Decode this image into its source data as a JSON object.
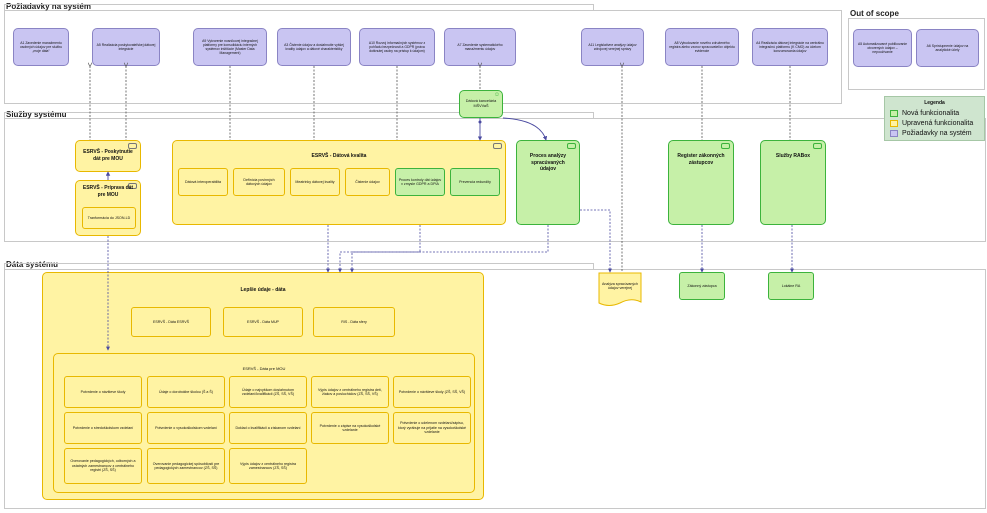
{
  "lanes": {
    "requirements": "Požiadavky na systém",
    "services": "Služby systému",
    "data": "Dáta systému",
    "out_of_scope": "Out of scope"
  },
  "requirements": [
    "A1 Zavedenie manažmentu osobných údajov pre službu „moje dáta“",
    "A5 Realizácia poskytovateľskej dátovej integrácie",
    "A9 Vytvorenie nosníkovej integračnej platformy pre konsolidáciu interných systémov inštitúcie (Master Data Management)",
    "A3 Čistenie údajov a dosiahnutie vyššej kvality údajov a dátové charakteristiky",
    "A10 Rozvoj informačných systémov z pohľadu bezpečnosti a GDPR (práva dotknutej osoby na prístup k údajom)",
    "A7 Zavedenie systematického manažmentu údajov",
    "A11 Legislatívne analýzy údajov zdrojovej verejnej správy",
    "A8 Vybudovanie nového združeného registra alebo vzorov spracovateľov objektu evidencie",
    "A4 Realizácia dátovej integrácie na centrálnu integračnú platformu (K CMO) za účelom konzumovania údajov"
  ],
  "out_of_scope": [
    "A5 Automatizované publikovanie otvorených údajov – nepoužívanie",
    "A6 Sprístupnenie údajov na analytické účely"
  ],
  "legend": {
    "title": "Legenda",
    "items": [
      {
        "label": "Nová funkcionalita",
        "color": "#c6f0a8",
        "border": "#3cb33c"
      },
      {
        "label": "Upravená funkcionalita",
        "color": "#fff3a3",
        "border": "#e8b800"
      },
      {
        "label": "Požiadavky na systém",
        "color": "#c9c5f2",
        "border": "#8a84c4"
      }
    ]
  },
  "actor": "Dátová kancelária MŠVVaŠ",
  "services": {
    "poskytnutie": "ESRVŠ - Poskytnutie dát pre MOU",
    "priprava": "ESRVŠ - Príprava dát pre MOU",
    "transform": "Tranformácia do JSON-LD",
    "kvalita": "ESRVŠ - Dátová kvalita",
    "kvalita_items": [
      "Dátová interoperabilita",
      "Definícia povinných dátových údajov",
      "Meatrinky dátovej kvality",
      "Čistenie údajov",
      "Proces kontroly dát údajov v zmysle GDPR a DPIA",
      "Prevencia redundity"
    ],
    "proces": "Proces analýzy spracúvaných údajov",
    "register": "Register zákonných zástupcov",
    "rabox": "Služby RABox"
  },
  "data": {
    "leplie": "Lepšie údaje - dáta",
    "top_items": [
      "ESRVŠ - Dáta ESRVŠ",
      "ESRVŠ - Dáta MUP",
      "RIS - Dáta sfery"
    ],
    "mou_title": "ESRVŠ - Dáta pre MOU",
    "mou_items": [
      "Potvrdenie o návšteve školy",
      "Údaje o dorobokbe školou (Š a Š)",
      "Údaje o najvyššom dosiahnutom vzdelaní/kvalifikácii (ZŠ, SŠ, VŠ)",
      "Výpis údajov z centrálneho registra detí, žiakov a poslucháčov (ZŠ, SŠ, VŠ)",
      "Potvrdenie o návšteve školy (ZŠ, SŠ, VŠ)",
      "Potvrdenie o stredoškolskom vzdelaní",
      "Potvrdenie o vysokoškolskom vzdelaní",
      "Doklad o kvalifikácii a získanom vzdelaní",
      "Potvrdenie o zápise na vysokoškolské vzdelanie",
      "Potvrdenie o udelenom vzdelaní/zápisu, ktorý vyrábuje na prijatie na vysokoškolské vzdelanie",
      "Overovanie pedagogických, odborných a ostatných zamestnancov z centrálneho registri (ZŠ, SŠ)",
      "Overovanie pedagogickej spôsobilosti pre pedagogických zamestnancov (ZŠ, SŠ)",
      "Výpis údajov z centrálneho registra zamestnancov (ZŠ, SŠ)"
    ],
    "analyza_doc": "Analýza spracúvaných údajov verejnej",
    "zakonni": "Zákonný zástupca",
    "lokalne": "Lokálne RA"
  }
}
